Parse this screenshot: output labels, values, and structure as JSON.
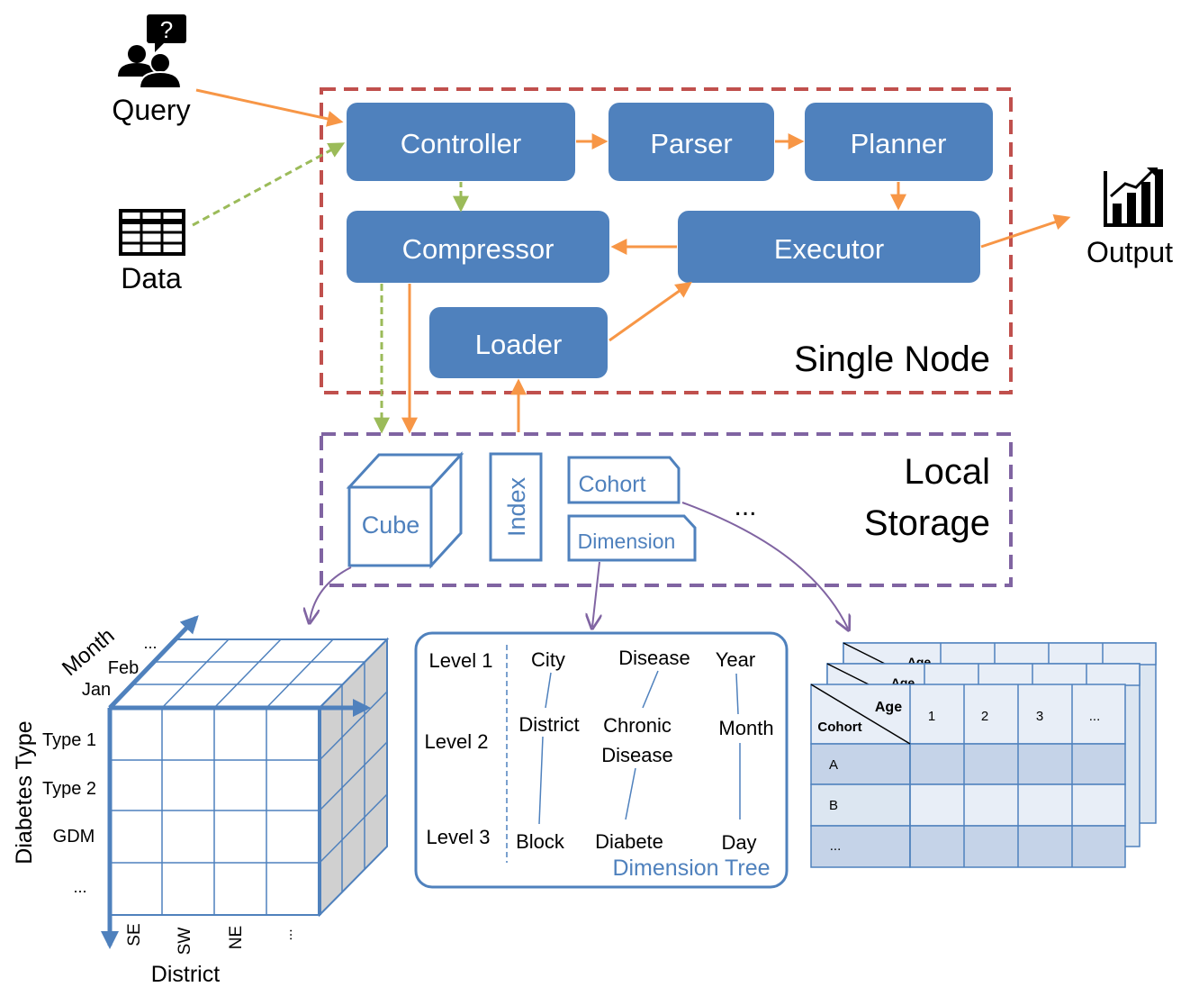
{
  "sources": {
    "query_label": "Query",
    "query_bubble": "?",
    "data_label": "Data",
    "output_label": "Output"
  },
  "single_node": {
    "label": "Single Node",
    "controller": "Controller",
    "parser": "Parser",
    "planner": "Planner",
    "compressor": "Compressor",
    "executor": "Executor",
    "loader": "Loader"
  },
  "local_storage": {
    "label_line1": "Local",
    "label_line2": "Storage",
    "cube": "Cube",
    "index": "Index",
    "cohort": "Cohort",
    "dimension": "Dimension",
    "more": "..."
  },
  "cube_view": {
    "y_title": "Diabetes Type",
    "y_labels": [
      "Type 1",
      "Type 2",
      "GDM",
      "..."
    ],
    "x_title": "District",
    "x_labels": [
      "SE",
      "SW",
      "NE",
      "..."
    ],
    "z_title": "Month",
    "z_labels": [
      "Jan",
      "Feb",
      "..."
    ]
  },
  "dimension_tree": {
    "title": "Dimension Tree",
    "levels": [
      "Level 1",
      "Level 2",
      "Level 3"
    ],
    "columns": [
      [
        "City",
        "District",
        "Block"
      ],
      [
        "Disease",
        "Chronic",
        "Disease",
        "Diabete"
      ],
      [
        "Year",
        "Month",
        "Day"
      ]
    ]
  },
  "cohort_table": {
    "corner_top": "Age",
    "corner_bottom": "Cohort",
    "col_headers": [
      "1",
      "2",
      "3",
      "..."
    ],
    "row_headers": [
      "A",
      "B",
      "..."
    ],
    "back_corner": "Age"
  },
  "colors": {
    "box_fill": "#4f81bd",
    "arrow_orange": "#f79646",
    "arrow_green": "#9bbb59",
    "border_red": "#c0504d",
    "border_purple": "#8064a2",
    "cube_blue": "#4f81bd",
    "cube_shade": "#d0d0d0",
    "table_fill": "#dce6f1",
    "table_dark": "#c5d3e8"
  }
}
